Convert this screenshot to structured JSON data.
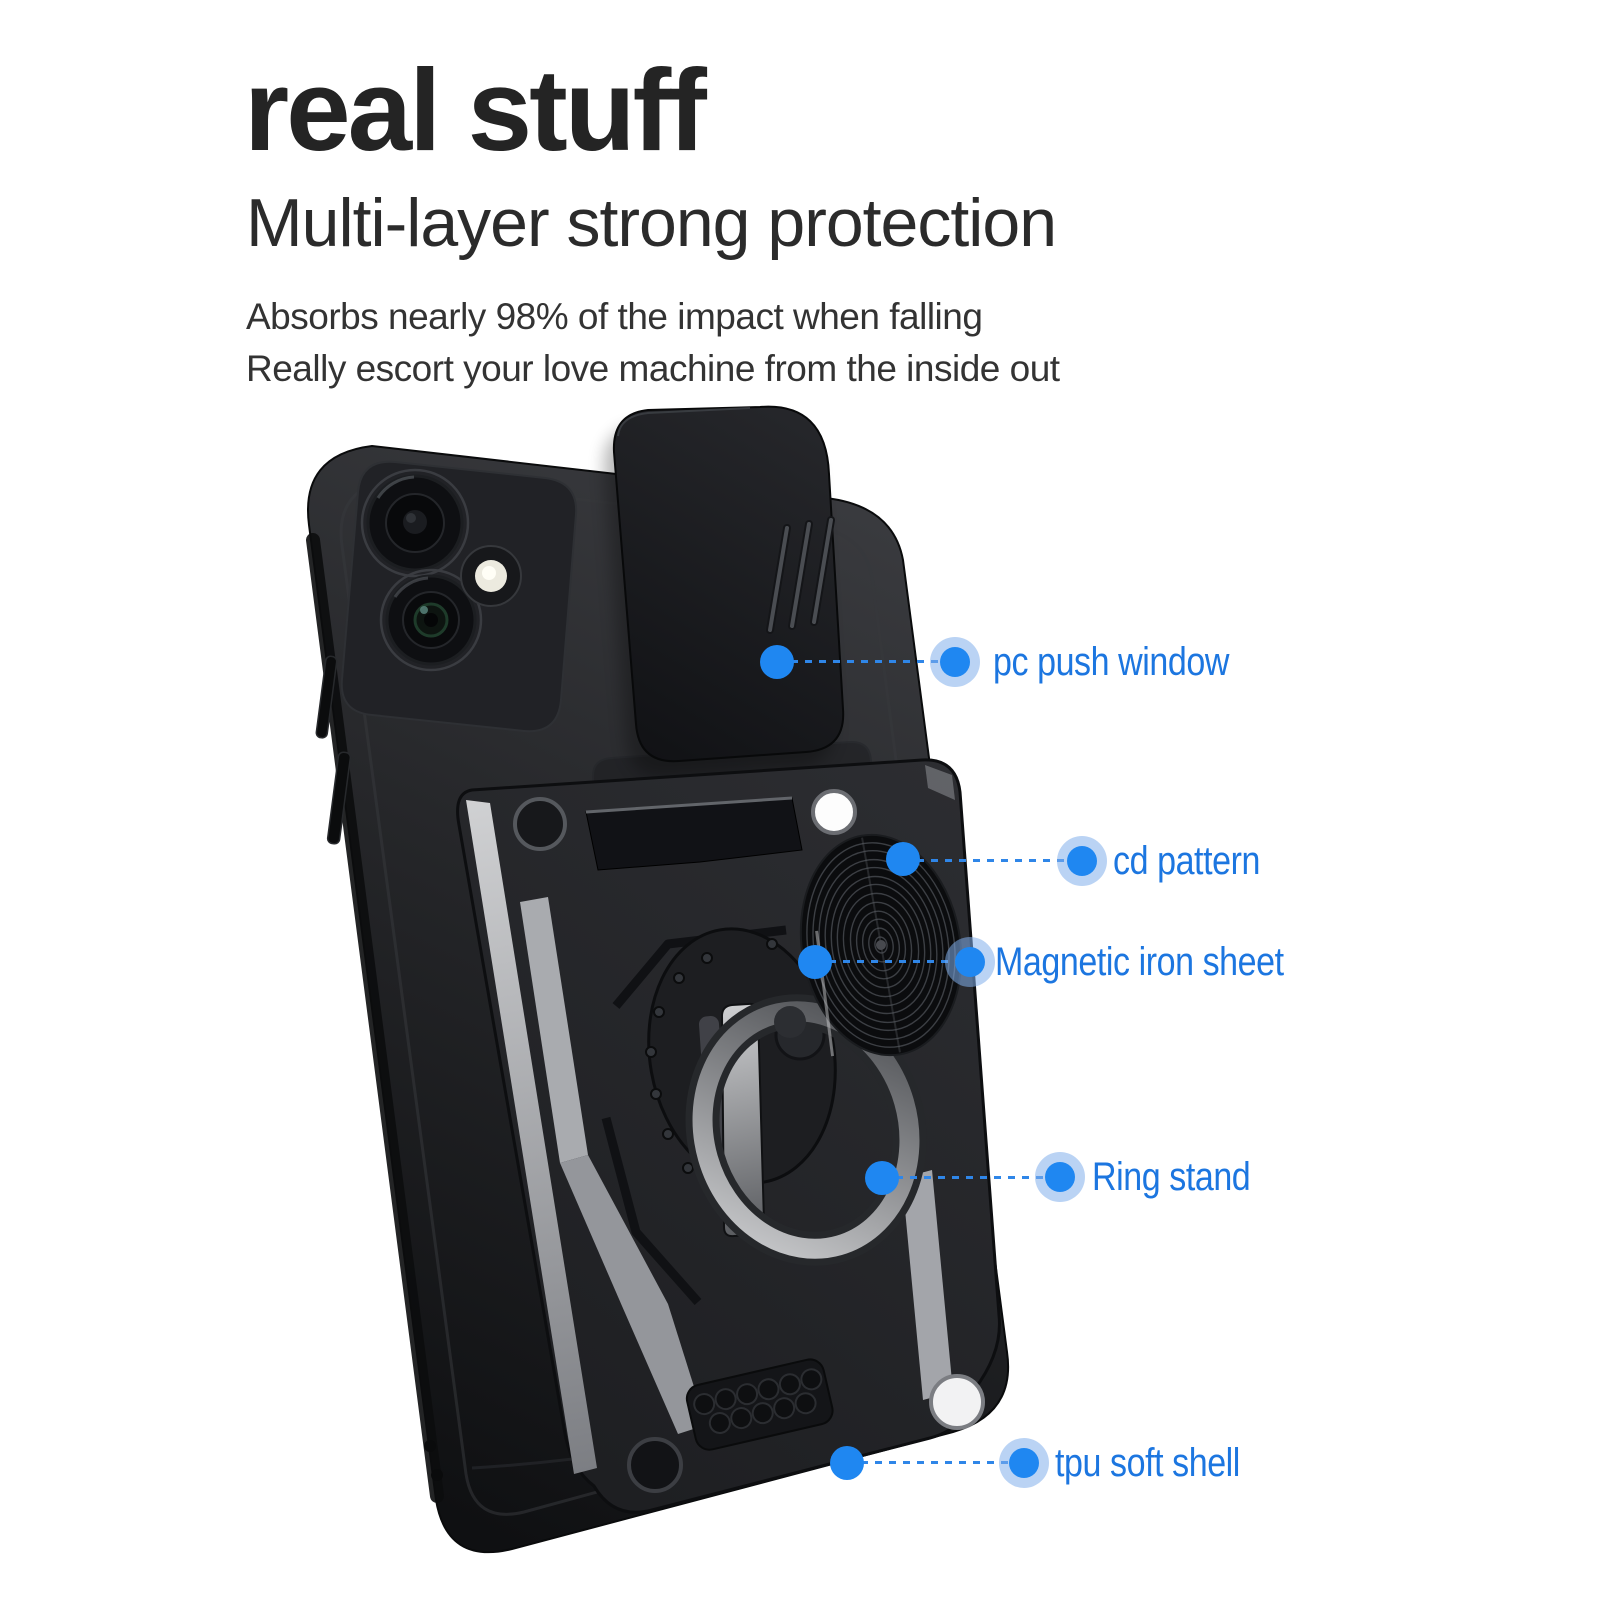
{
  "header": {
    "title": "real stuff",
    "subtitle": "Multi-layer strong protection",
    "desc_line1": "Absorbs nearly 98% of the impact when falling",
    "desc_line2": "Really escort your love machine from the inside out"
  },
  "callouts": {
    "items": [
      {
        "label": "pc push window"
      },
      {
        "label": "cd pattern"
      },
      {
        "label": "Magnetic iron sheet"
      },
      {
        "label": "Ring stand"
      },
      {
        "label": "tpu soft shell"
      }
    ]
  },
  "colors": {
    "accent_blue_text": "#1c76e0",
    "callout_dot_blue": "#1f87f1",
    "callout_halo_blue": "rgba(130,175,235,0.55)",
    "heading_text": "#242424",
    "body_text": "#333333",
    "case_black": "#1a1b1d",
    "armor_silver": "#aeb0b4",
    "background": "#ffffff"
  }
}
